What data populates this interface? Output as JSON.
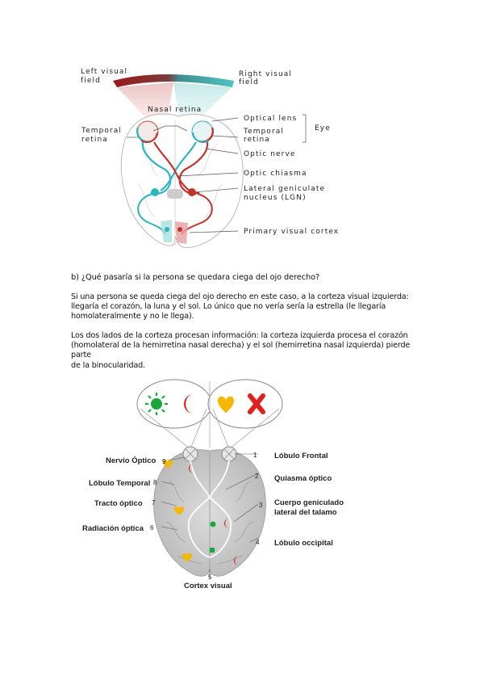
{
  "figure1": {
    "left_visual_field": [
      "Left visual",
      "field"
    ],
    "right_visual_field": [
      "Right visual",
      "field"
    ],
    "nasal_retina": "Nasal retina",
    "temporal_retina_left": [
      "Temporal",
      "retina"
    ],
    "optical_lens": "Optical lens",
    "temporal_retina_right": [
      "Temporal",
      "retina"
    ],
    "eye": "Eye",
    "optic_nerve": "Optic nerve",
    "optic_chiasma": "Optic chiasma",
    "lgn": [
      "Lateral geniculate",
      "nucleus (LGN)"
    ],
    "primary_visual_cortex": "Primary visual cortex"
  },
  "question": "b) ¿Qué pasaría si la persona se quedara ciega del ojo derecho?",
  "paragraph1": [
    "Si una persona se queda ciega del ojo derecho en este caso, a la corteza visual izquierda:",
    "llegaría el corazón, la luna y el sol. Lo único que no vería sería la estrella (le llegaría",
    "homolateralmente y no le llega)."
  ],
  "paragraph2": [
    "Los dos lados de la corteza procesan información: la corteza izquierda procesa el corazón",
    "(homolateral de la hemirretina nasal derecha) y el sol (hemirretina nasal izquierda) pierde parte",
    "de la binocularidad."
  ],
  "figure2": {
    "left_labels": [
      {
        "num": "9",
        "text": "Nervio Óptico"
      },
      {
        "num": "8",
        "text": "Lóbulo Temporal"
      },
      {
        "num": "7",
        "text": "Tracto óptico"
      },
      {
        "num": "6",
        "text": "Radiación óptica"
      }
    ],
    "right_labels": [
      {
        "num": "1",
        "text": "Lóbulo Frontal"
      },
      {
        "num": "2",
        "text": "Quiasma óptico"
      },
      {
        "num": "3",
        "text": "Cuerpo geniculado"
      },
      {
        "num": "",
        "text": "lateral del talamo"
      },
      {
        "num": "4",
        "text": "Lóbulo occipital"
      }
    ],
    "bottom_num": "5",
    "bottom_label": "Cortex visual",
    "colors": {
      "green": "#1aa83a",
      "red": "#e0201a",
      "yellow": "#f5b800"
    }
  }
}
